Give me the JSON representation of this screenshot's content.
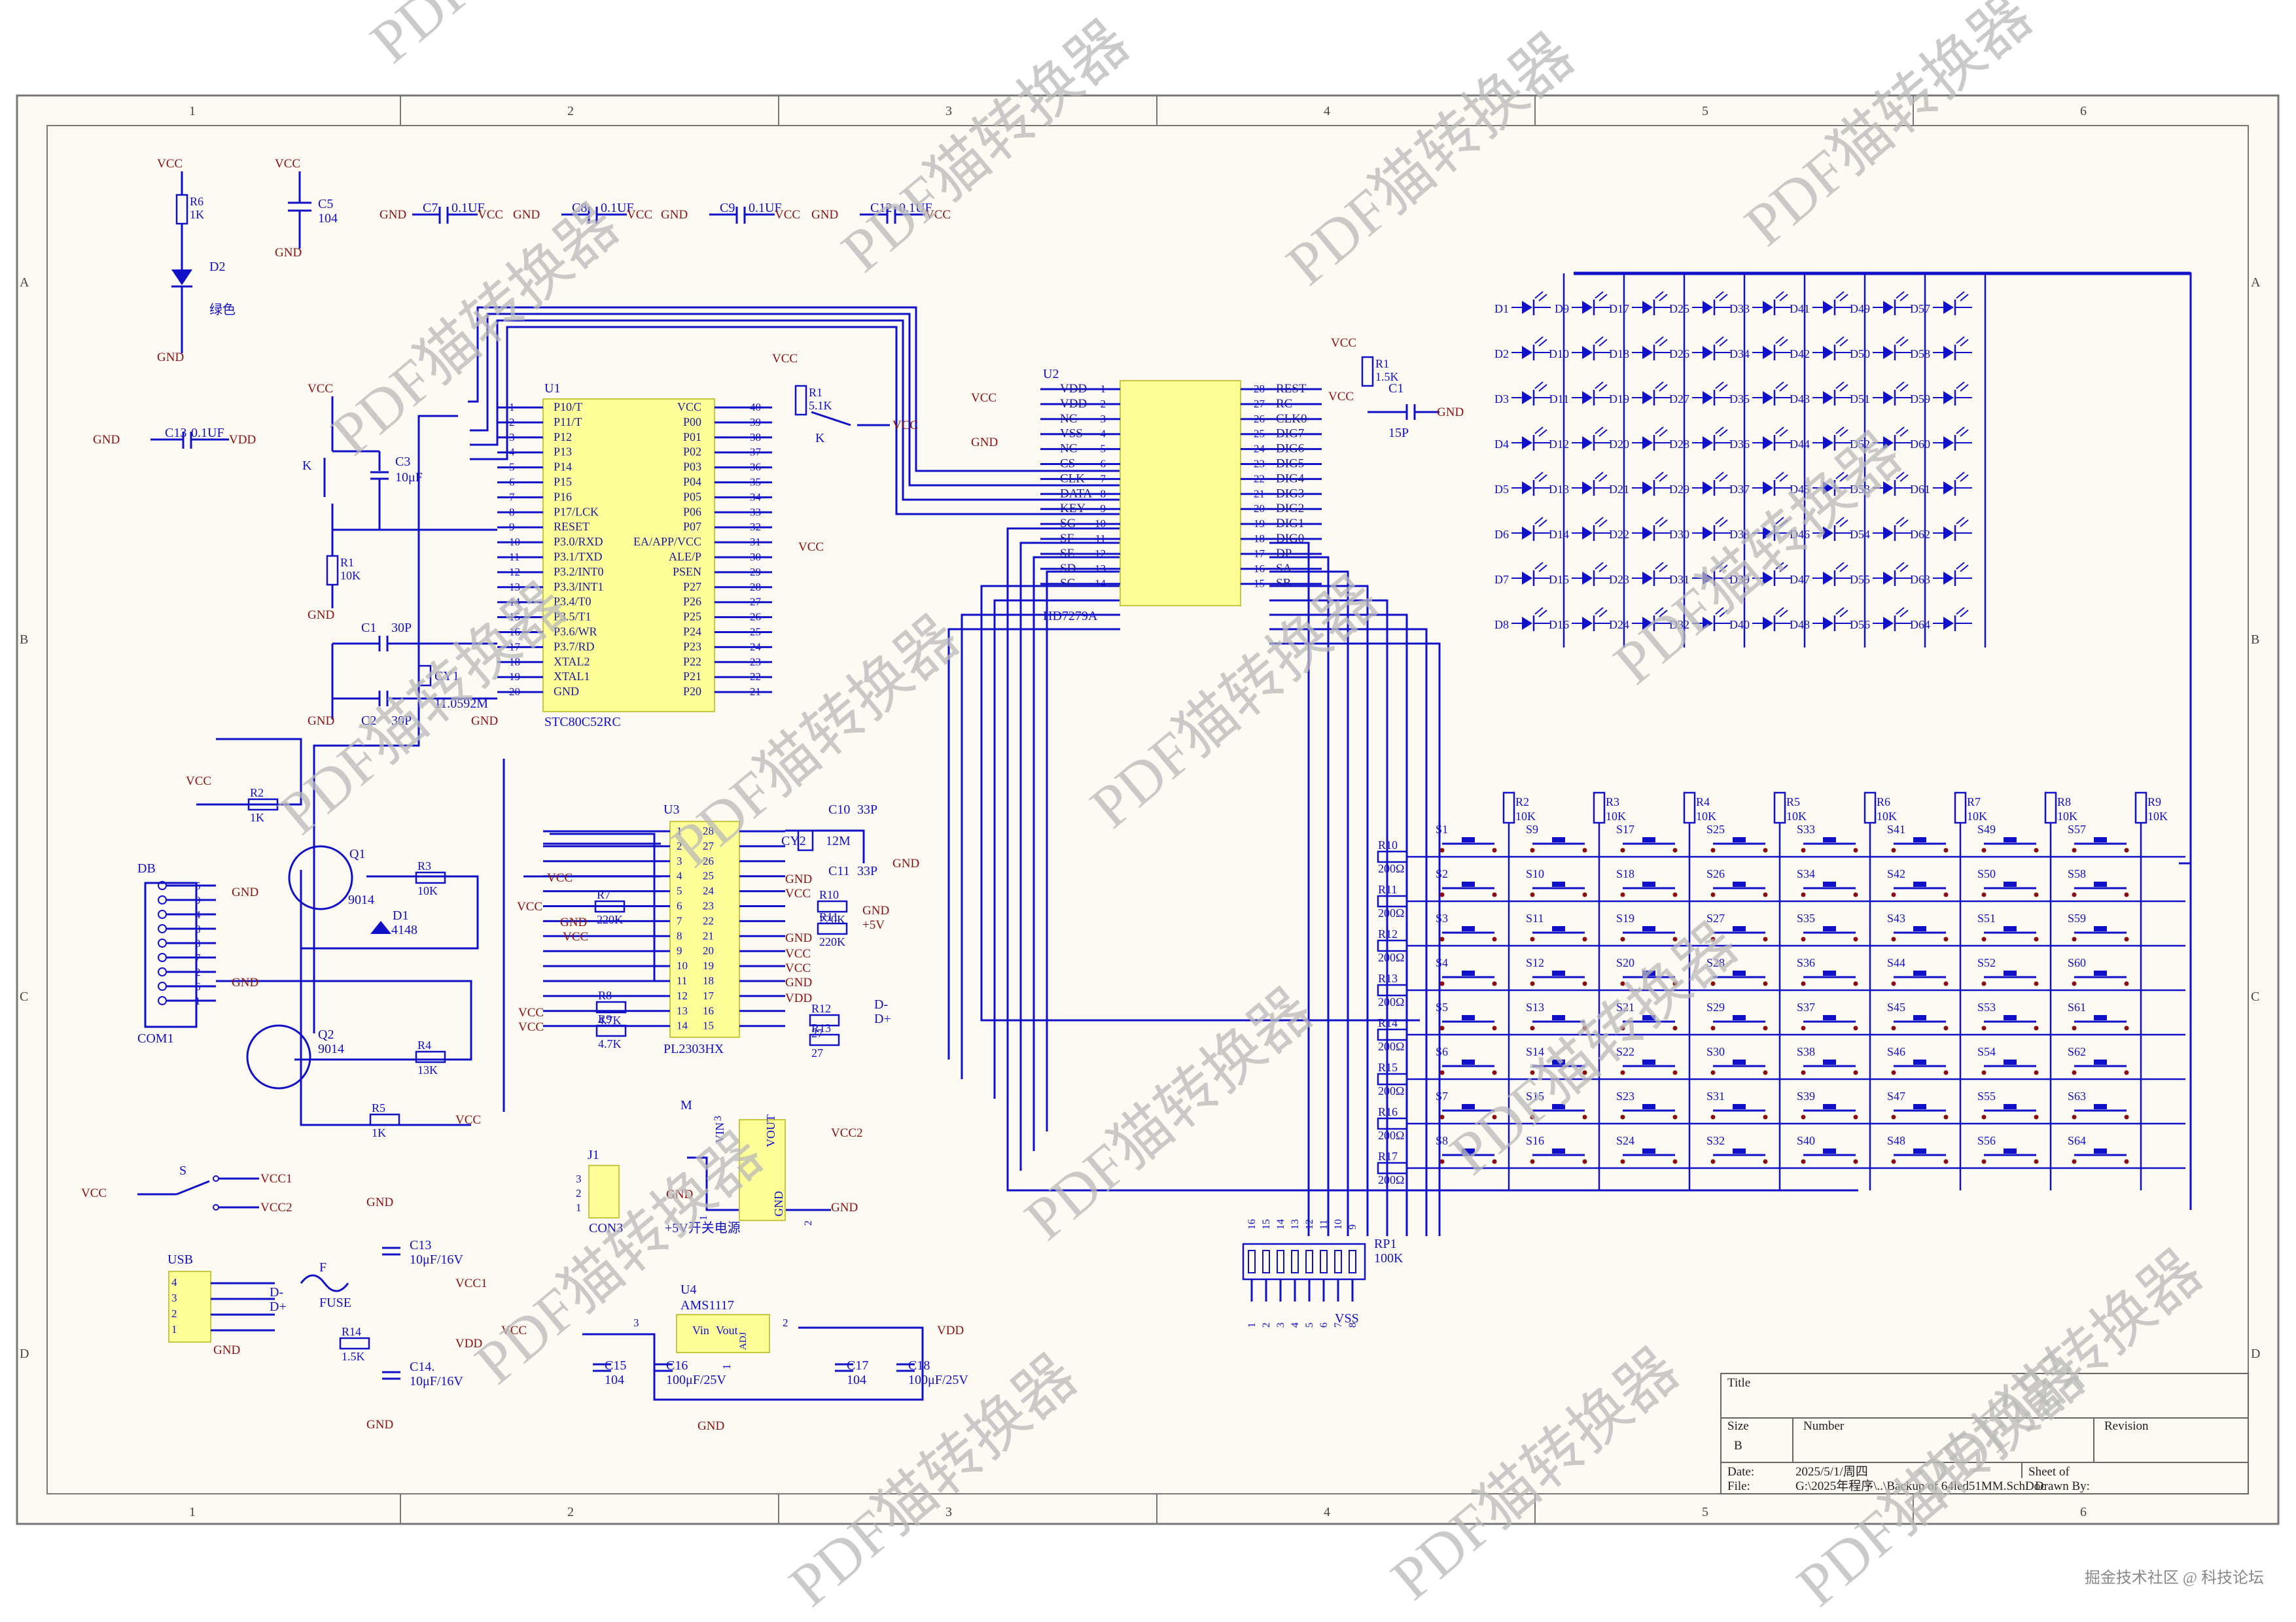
{
  "grid": {
    "cols": [
      "1",
      "2",
      "3",
      "4",
      "5",
      "6"
    ],
    "rows": [
      "A",
      "B",
      "C",
      "D"
    ]
  },
  "colors": {
    "wire": "#1010c8",
    "label": "#1010c8",
    "power": "#8a1010",
    "part": "#ffff99",
    "frame": "#555555",
    "watermark": "#b8b8b8"
  },
  "power_labels": {
    "vcc": "VCC",
    "gnd": "GND",
    "vdd": "VDD",
    "vcc1": "VCC1",
    "vcc2": "VCC2",
    "p5v": "+5V"
  },
  "top_left": {
    "r6": "R6",
    "r6v": "1K",
    "d2": "D2",
    "d2v": "绿色",
    "c5": "C5",
    "c5v": "104",
    "caps": [
      {
        "ref": "C7",
        "val": "0.1UF"
      },
      {
        "ref": "C8",
        "val": "0.1UF"
      },
      {
        "ref": "C9",
        "val": "0.1UF"
      },
      {
        "ref": "C12",
        "val": "0.1UF"
      }
    ],
    "c13": "C13",
    "c13v": "0.1UF"
  },
  "reset": {
    "k": "K",
    "c3": "C3",
    "c3v": "10μF",
    "r1": "R1",
    "r1v": "10K"
  },
  "crystal": {
    "c1": "C1",
    "c1v": "30P",
    "c2": "C2",
    "c2v": "30P",
    "cy1": "CY1",
    "freq": "11.0592M"
  },
  "u1": {
    "ref": "U1",
    "name": "STC80C52RC",
    "left": [
      {
        "n": "1",
        "s": "P10/T"
      },
      {
        "n": "2",
        "s": "P11/T"
      },
      {
        "n": "3",
        "s": "P12"
      },
      {
        "n": "4",
        "s": "P13"
      },
      {
        "n": "5",
        "s": "P14"
      },
      {
        "n": "6",
        "s": "P15"
      },
      {
        "n": "7",
        "s": "P16"
      },
      {
        "n": "8",
        "s": "P17/LCK"
      },
      {
        "n": "9",
        "s": "RESET"
      },
      {
        "n": "10",
        "s": "P3.0/RXD"
      },
      {
        "n": "11",
        "s": "P3.1/TXD"
      },
      {
        "n": "12",
        "s": "P3.2/INT0"
      },
      {
        "n": "13",
        "s": "P3.3/INT1"
      },
      {
        "n": "14",
        "s": "P3.4/T0"
      },
      {
        "n": "15",
        "s": "P3.5/T1"
      },
      {
        "n": "16",
        "s": "P3.6/WR"
      },
      {
        "n": "17",
        "s": "P3.7/RD"
      },
      {
        "n": "18",
        "s": "XTAL2"
      },
      {
        "n": "19",
        "s": "XTAL1"
      },
      {
        "n": "20",
        "s": "GND"
      }
    ],
    "right": [
      {
        "n": "40",
        "s": "VCC"
      },
      {
        "n": "39",
        "s": "P00"
      },
      {
        "n": "38",
        "s": "P01"
      },
      {
        "n": "37",
        "s": "P02"
      },
      {
        "n": "36",
        "s": "P03"
      },
      {
        "n": "35",
        "s": "P04"
      },
      {
        "n": "34",
        "s": "P05"
      },
      {
        "n": "33",
        "s": "P06"
      },
      {
        "n": "32",
        "s": "P07"
      },
      {
        "n": "31",
        "s": "EA/APP/VCC"
      },
      {
        "n": "30",
        "s": "ALE/P"
      },
      {
        "n": "29",
        "s": "PSEN"
      },
      {
        "n": "28",
        "s": "P27"
      },
      {
        "n": "27",
        "s": "P26"
      },
      {
        "n": "26",
        "s": "P25"
      },
      {
        "n": "25",
        "s": "P24"
      },
      {
        "n": "24",
        "s": "P23"
      },
      {
        "n": "23",
        "s": "P22"
      },
      {
        "n": "22",
        "s": "P21"
      },
      {
        "n": "21",
        "s": "P20"
      }
    ]
  },
  "prog_key": {
    "r1": "R1",
    "r1v": "5.1K",
    "k": "K"
  },
  "u2": {
    "ref": "U2",
    "name": "HD7279A",
    "left": [
      {
        "n": "1",
        "s": "VDD"
      },
      {
        "n": "2",
        "s": "VDD"
      },
      {
        "n": "3",
        "s": "NC"
      },
      {
        "n": "4",
        "s": "VSS"
      },
      {
        "n": "5",
        "s": "NC"
      },
      {
        "n": "6",
        "s": "CS"
      },
      {
        "n": "7",
        "s": "CLK"
      },
      {
        "n": "8",
        "s": "DATA"
      },
      {
        "n": "9",
        "s": "KEY"
      },
      {
        "n": "10",
        "s": "SG"
      },
      {
        "n": "11",
        "s": "SF"
      },
      {
        "n": "12",
        "s": "SE"
      },
      {
        "n": "13",
        "s": "SD"
      },
      {
        "n": "14",
        "s": "SC"
      }
    ],
    "right": [
      {
        "n": "28",
        "s": "REST"
      },
      {
        "n": "27",
        "s": "RC"
      },
      {
        "n": "26",
        "s": "CLK0"
      },
      {
        "n": "25",
        "s": "DIG7"
      },
      {
        "n": "24",
        "s": "DIG6"
      },
      {
        "n": "23",
        "s": "DIG5"
      },
      {
        "n": "22",
        "s": "DIG4"
      },
      {
        "n": "21",
        "s": "DIG3"
      },
      {
        "n": "20",
        "s": "DIG2"
      },
      {
        "n": "19",
        "s": "DIG1"
      },
      {
        "n": "18",
        "s": "DIG0"
      },
      {
        "n": "17",
        "s": "DP"
      },
      {
        "n": "16",
        "s": "SA"
      },
      {
        "n": "15",
        "s": "SB"
      }
    ],
    "rc": {
      "r1": "R1",
      "r1v": "1.5K",
      "c1": "C1",
      "c1v": "15P"
    }
  },
  "led_matrix": {
    "prefix": "D",
    "rows": 8,
    "cols": 8
  },
  "key_matrix": {
    "prefix": "S",
    "rows": 8,
    "cols": 8,
    "col_res": [
      {
        "ref": "R2",
        "val": "10K"
      },
      {
        "ref": "R3",
        "val": "10K"
      },
      {
        "ref": "R4",
        "val": "10K"
      },
      {
        "ref": "R5",
        "val": "10K"
      },
      {
        "ref": "R6",
        "val": "10K"
      },
      {
        "ref": "R7",
        "val": "10K"
      },
      {
        "ref": "R8",
        "val": "10K"
      },
      {
        "ref": "R9",
        "val": "10K"
      }
    ],
    "row_res": [
      {
        "ref": "R10",
        "val": "200Ω"
      },
      {
        "ref": "R11",
        "val": "200Ω"
      },
      {
        "ref": "R12",
        "val": "200Ω"
      },
      {
        "ref": "R13",
        "val": "200Ω"
      },
      {
        "ref": "R14",
        "val": "200Ω"
      },
      {
        "ref": "R15",
        "val": "200Ω"
      },
      {
        "ref": "R16",
        "val": "200Ω"
      },
      {
        "ref": "R17",
        "val": "200Ω"
      }
    ]
  },
  "rp1": {
    "ref": "RP1",
    "val": "100K",
    "vss": "VSS",
    "top": [
      "16",
      "15",
      "14",
      "13",
      "12",
      "11",
      "10",
      "9"
    ],
    "bottom": [
      "1",
      "2",
      "3",
      "4",
      "5",
      "6",
      "7",
      "8"
    ]
  },
  "serial": {
    "db": "DB",
    "com": "COM1",
    "pins": [
      "5",
      "9",
      "4",
      "8",
      "3",
      "7",
      "2",
      "6",
      "1"
    ],
    "r2": "R2",
    "r2v": "1K",
    "q1": "Q1",
    "q1v": "9014",
    "r3": "R3",
    "r3v": "10K",
    "d1": "D1",
    "d1v": "4148",
    "q2": "Q2",
    "q2v": "9014",
    "r4": "R4",
    "r4v": "13K",
    "r5": "R5",
    "r5v": "1K"
  },
  "u3": {
    "ref": "U3",
    "name": "PL2303HX",
    "pins": [
      [
        "1",
        "28"
      ],
      [
        "2",
        "27"
      ],
      [
        "3",
        "26"
      ],
      [
        "4",
        "25"
      ],
      [
        "5",
        "24"
      ],
      [
        "6",
        "23"
      ],
      [
        "7",
        "22"
      ],
      [
        "8",
        "21"
      ],
      [
        "9",
        "20"
      ],
      [
        "10",
        "19"
      ],
      [
        "11",
        "18"
      ],
      [
        "12",
        "17"
      ],
      [
        "13",
        "16"
      ],
      [
        "14",
        "15"
      ]
    ],
    "r7": "R7",
    "r7v": "220K",
    "r8": "R8",
    "r8v": "4.7K",
    "r9": "R9",
    "r9v": "4.7K",
    "r10": "R10",
    "r10v": "220K",
    "r11": "R11",
    "r11v": "220K",
    "r12": "R12",
    "r12v": "27",
    "r13": "R13",
    "r13v": "27",
    "dm": "D-",
    "dp": "D+",
    "cy2": "CY2",
    "cy2v": "12M",
    "c10": "C10",
    "c10v": "33P",
    "c11": "C11",
    "c11v": "33P"
  },
  "switch": {
    "s": "S"
  },
  "psu": {
    "j1": "J1",
    "con3": "CON3",
    "m": "M",
    "vin": "VIN",
    "vout": "VOUT",
    "gnd": "GND",
    "name": "+5V开关电源",
    "pins": [
      "3",
      "2",
      "1"
    ],
    "mpins": [
      "3",
      "1",
      "2"
    ]
  },
  "usb": {
    "label": "USB",
    "pins": [
      "4",
      "3",
      "2",
      "1"
    ],
    "f": "F",
    "fuse": "FUSE",
    "dm": "D-",
    "dp": "D+",
    "r14": "R14",
    "r14v": "1.5K",
    "c13": "C13",
    "c13v": "10μF/16V",
    "c14": "C14.",
    "c14v": "10μF/16V"
  },
  "reg": {
    "u4": "U4",
    "name": "AMS1117",
    "vin": "Vin",
    "vout": "Vout",
    "adj": "ADJ",
    "p3": "3",
    "p2": "2",
    "p1": "1",
    "c15": "C15",
    "c15v": "104",
    "c16": "C16",
    "c16v": "100μF/25V",
    "c17": "C17",
    "c17v": "104",
    "c18": "C18",
    "c18v": "100μF/25V"
  },
  "title_block": {
    "title": "Title",
    "size": "Size",
    "size_val": "B",
    "number": "Number",
    "revision": "Revision",
    "date_label": "Date:",
    "date": "2025/5/1/周四",
    "file_label": "File:",
    "file": "G:\\2025年程序\\..\\Backup of 64led51MM.SchDoc",
    "sheet": "Sheet  of",
    "drawn": "Drawn By:"
  },
  "watermark": "PDF猫转换器",
  "credit": "掘金技术社区 @ 科技论坛"
}
